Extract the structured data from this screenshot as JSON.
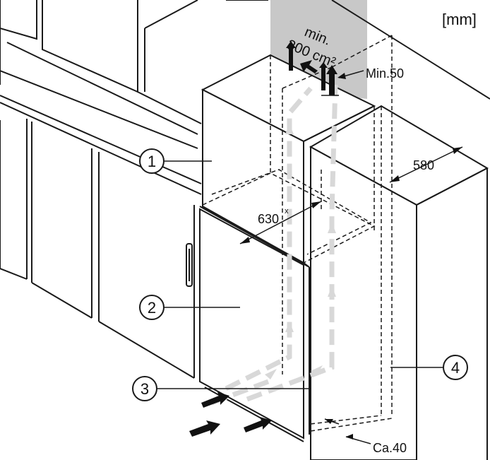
{
  "unit_label": "[mm]",
  "vent": {
    "line1": "min.",
    "line2": "300 cm²"
  },
  "dimensions": {
    "top_gap": "Min.50",
    "depth": "580",
    "width": "630",
    "width_mark": "x",
    "bottom_gap": "Ca.40"
  },
  "callouts": [
    {
      "number": "1"
    },
    {
      "number": "2"
    },
    {
      "number": "3"
    },
    {
      "number": "4"
    }
  ],
  "colors": {
    "line": "#1a1a1a",
    "vent_shade": "#c8c8c8",
    "airflow": "#d8d8d8",
    "background": "#ffffff"
  }
}
